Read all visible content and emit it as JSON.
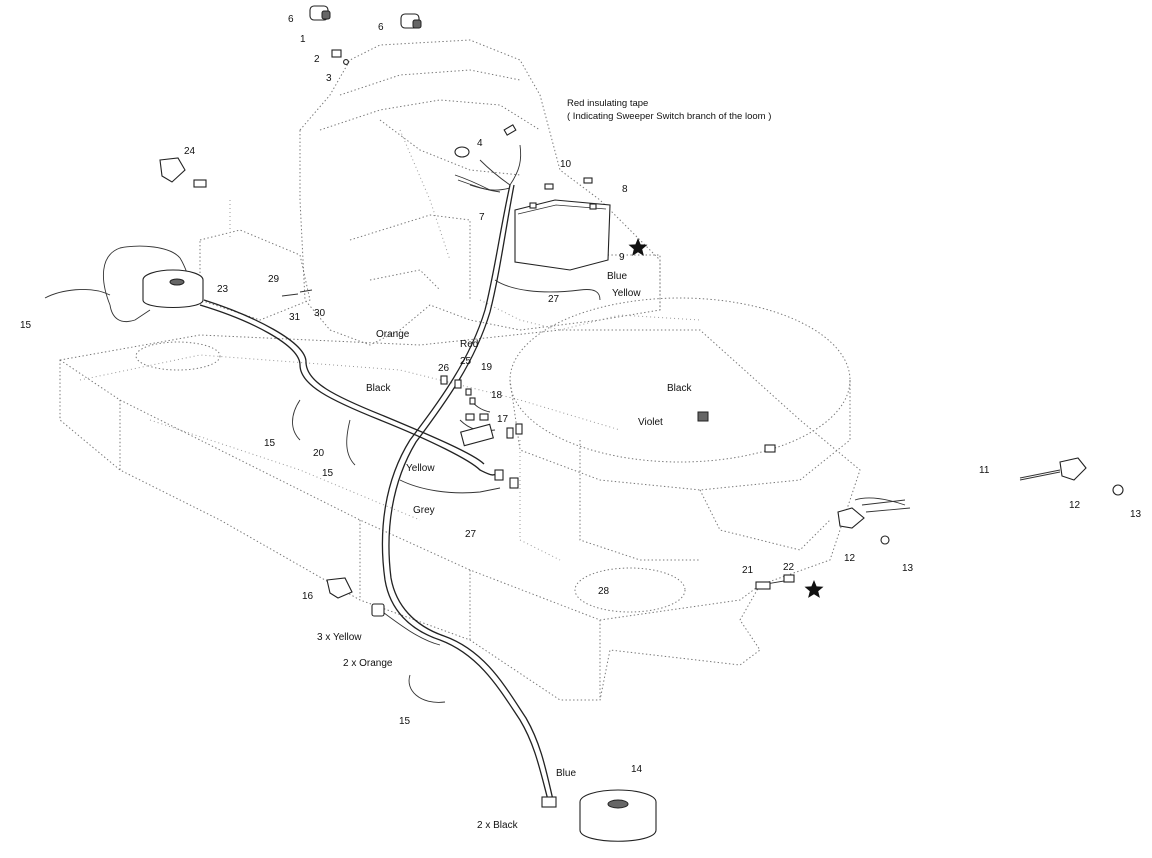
{
  "diagram": {
    "note_lines": [
      "Red insulating tape",
      "( Indicating Sweeper Switch branch of the loom )"
    ],
    "callouts": [
      "6",
      "6",
      "1",
      "2",
      "3",
      "24",
      "4",
      "10",
      "8",
      "7",
      "9",
      "23",
      "29",
      "31",
      "30",
      "15",
      "26",
      "25",
      "19",
      "18",
      "17",
      "15",
      "20",
      "15",
      "27",
      "16",
      "14",
      "11",
      "12",
      "13",
      "12",
      "13",
      "21",
      "22",
      "28",
      "15"
    ],
    "wire_labels": [
      "Blue",
      "Yellow",
      "Orange",
      "Red",
      "Black",
      "Black",
      "Violet",
      "Yellow",
      "Grey",
      "3 x Yellow",
      "2 x Orange",
      "Blue",
      "2 x Black"
    ],
    "marker_icon": "star-icon"
  }
}
